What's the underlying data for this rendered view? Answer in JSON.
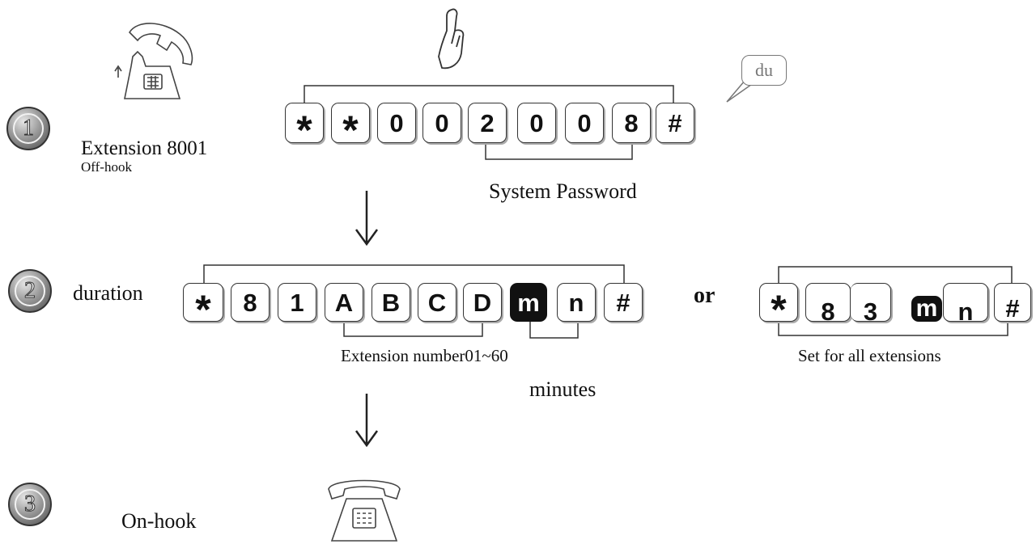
{
  "steps": [
    {
      "number": "1",
      "label": "Extension 8001",
      "sublabel": "Off-hook",
      "keys": [
        "*",
        "*",
        "0",
        "0",
        "2",
        "0",
        "0",
        "8",
        "#"
      ],
      "bracket_label": "System Password"
    },
    {
      "number": "2",
      "label": "duration",
      "keys": [
        "*",
        "8",
        "1",
        "A",
        "B",
        "C",
        "D",
        "m",
        "n",
        "#"
      ],
      "ext_label": "Extension number01~60",
      "minutes_label": "minutes",
      "or_label": "or",
      "alt_keys": [
        "*",
        "8",
        "3",
        "m",
        "n",
        "#"
      ],
      "alt_label": "Set for all extensions"
    },
    {
      "number": "3",
      "label": "On-hook"
    }
  ],
  "bubble_text": "du"
}
